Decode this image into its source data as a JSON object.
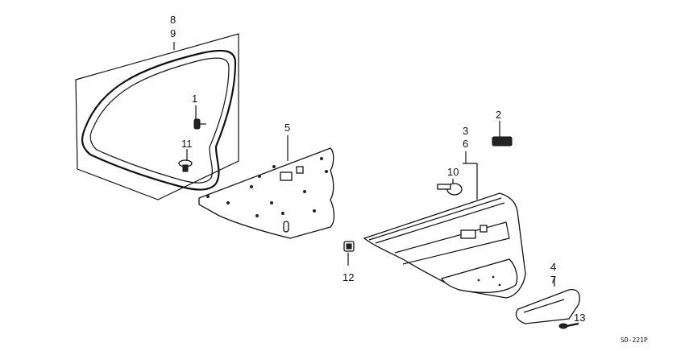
{
  "diagram": {
    "callouts": {
      "c8": "8",
      "c9": "9",
      "c1": "1",
      "c11": "11",
      "c5": "5",
      "c2": "2",
      "c3": "3",
      "c6": "6",
      "c10": "10",
      "c12": "12",
      "c4": "4",
      "c7": "7",
      "c13": "13"
    },
    "drawing_code": "SD-221P"
  }
}
